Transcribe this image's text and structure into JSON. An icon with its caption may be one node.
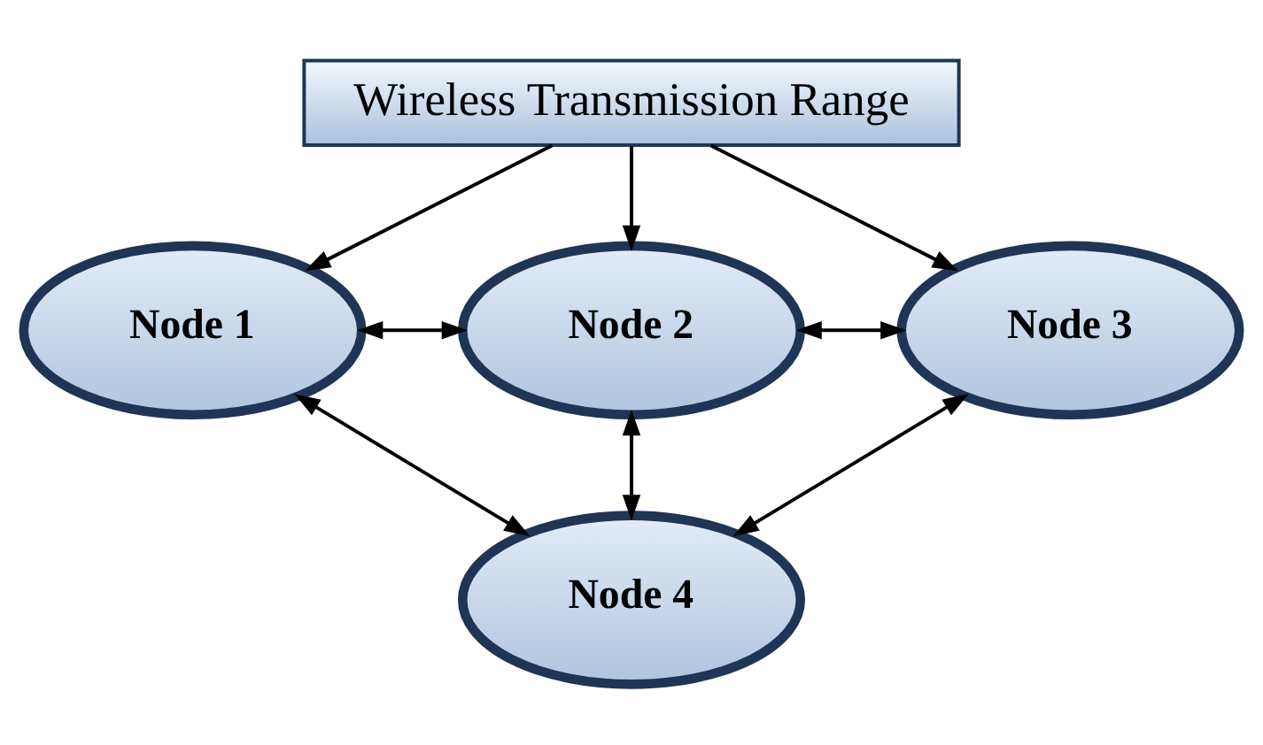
{
  "diagram": {
    "nodes": [
      {
        "text": [
          "Wireless Transmission Range"
        ]
      },
      {
        "text": [
          "Node 1"
        ]
      },
      {
        "text": [
          "Node 2"
        ]
      },
      {
        "text": [
          "Node 3"
        ]
      },
      {
        "text": [
          "Node 4"
        ]
      }
    ],
    "edges": [
      {
        "from": 0,
        "to": 1,
        "arrow": "to"
      },
      {
        "from": 0,
        "to": 2,
        "arrow": "to"
      },
      {
        "from": 0,
        "to": 3,
        "arrow": "to"
      },
      {
        "from": 1,
        "to": 2,
        "arrow": "both"
      },
      {
        "from": 2,
        "to": 3,
        "arrow": "both"
      },
      {
        "from": 1,
        "to": 4,
        "arrow": "both"
      },
      {
        "from": 2,
        "to": 4,
        "arrow": "both"
      },
      {
        "from": 3,
        "to": 4,
        "arrow": "both"
      }
    ]
  }
}
